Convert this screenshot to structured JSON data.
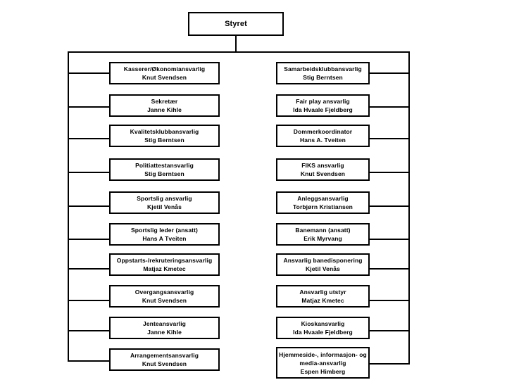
{
  "diagram": {
    "title": "Styret",
    "type": "organizational-chart",
    "root": {
      "label": "Styret"
    },
    "left_column": [
      {
        "role": "Kasserer/Økonomiansvarlig",
        "person": "Knut Svendsen"
      },
      {
        "role": "Sekretær",
        "person": "Janne Kihle"
      },
      {
        "role": "Kvalitetsklubbansvarlig",
        "person": "Stig Berntsen"
      },
      {
        "role": "Politiattestansvarlig",
        "person": "Stig Berntsen"
      },
      {
        "role": "Sportslig ansvarlig",
        "person": "Kjetil Venås"
      },
      {
        "role": "Sportslig leder (ansatt)",
        "person": "Hans A Tveiten"
      },
      {
        "role": "Oppstarts-/rekruteringsansvarlig",
        "person": "Matjaz Kmetec"
      },
      {
        "role": "Overgangsansvarlig",
        "person": "Knut Svendsen"
      },
      {
        "role": "Jenteansvarlig",
        "person": "Janne Kihle"
      },
      {
        "role": "Arrangementsansvarlig",
        "person": "Knut Svendsen"
      }
    ],
    "right_column": [
      {
        "role": "Samarbeidsklubbansvarlig",
        "person": "Stig Berntsen"
      },
      {
        "role": "Fair play ansvarlig",
        "person": "Ida Hvaale Fjeldberg"
      },
      {
        "role": "Dommerkoordinator",
        "person": "Hans A. Tveiten"
      },
      {
        "role": "FIKS ansvarlig",
        "person": "Knut Svendsen"
      },
      {
        "role": "Anleggsansvarlig",
        "person": "Torbjørn Kristiansen"
      },
      {
        "role": "Banemann (ansatt)",
        "person": "Erik Myrvang"
      },
      {
        "role": "Ansvarlig banedisponering",
        "person": "Kjetil Venås"
      },
      {
        "role": "Ansvarlig utstyr",
        "person": "Matjaz Kmetec"
      },
      {
        "role": "Kioskansvarlig",
        "person": "Ida Hvaale Fjeldberg"
      },
      {
        "role": "Hjemmeside-, informasjon- og media-ansvarlig",
        "person": "Espen Himberg"
      }
    ]
  }
}
